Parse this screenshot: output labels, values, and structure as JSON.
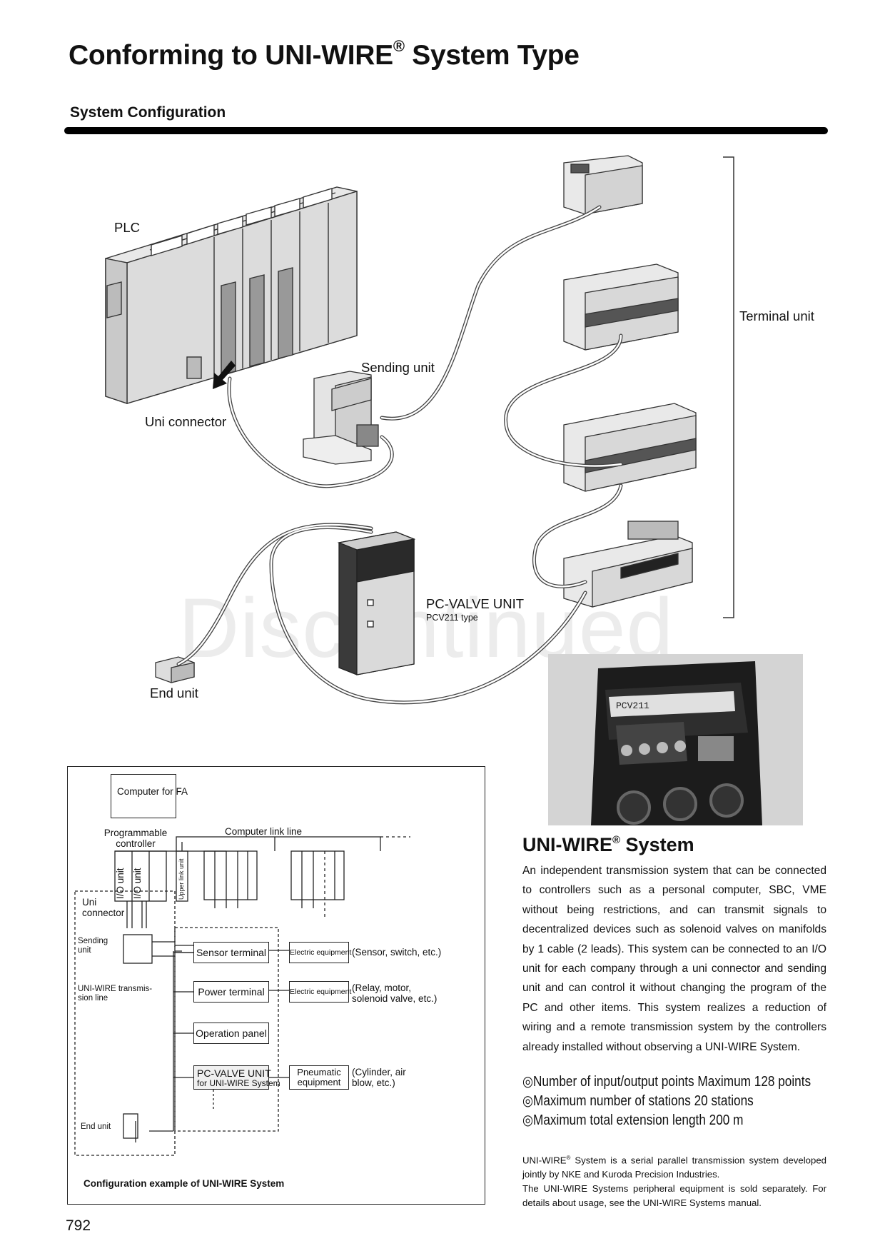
{
  "header": {
    "title": "Conforming to UNI-WIRE",
    "title_reg": "®",
    "title_suffix": " System Type",
    "section": "System Configuration"
  },
  "illustration": {
    "plc": "PLC",
    "uni_connector": "Uni connector",
    "sending_unit": "Sending unit",
    "terminal_unit": "Terminal unit",
    "pc_valve_unit": "PC-VALVE UNIT",
    "pc_valve_type": "PCV211 type",
    "end_unit": "End unit",
    "watermark": "Discontinued",
    "photo_label": "PCV211"
  },
  "config_diagram": {
    "computer_for_fa": "Computer for FA",
    "programmable_controller": "Programmable controller",
    "computer_link_line": "Computer link line",
    "io_unit_1": "I/O unit",
    "io_unit_2": "I/O unit",
    "upper_link_unit": "Upper link unit",
    "uni_connector": "Uni connector",
    "sending_unit": "Sending unit",
    "uniwire_line": "UNI-WIRE transmis- sion line",
    "sensor_terminal": "Sensor terminal",
    "power_terminal": "Power terminal",
    "operation_panel": "Operation panel",
    "pc_valve_unit": "PC-VALVE UNIT",
    "pc_valve_sub": "for UNI-WIRE System",
    "electric_equipment_1": "Electric equipment",
    "electric_equipment_2": "Electric equipment",
    "pneumatic_equipment": "Pneumatic equipment",
    "sensor_note": "(Sensor, switch, etc.)",
    "relay_note": "(Relay, motor, solenoid valve, etc.)",
    "cylinder_note": "(Cylinder, air blow, etc.)",
    "end_unit": "End unit",
    "caption": "Configuration example of UNI-WIRE System"
  },
  "system_info": {
    "heading": "UNI-WIRE",
    "heading_reg": "®",
    "heading_suffix": " System",
    "description": "An independent transmission system that can be connected to controllers such as a personal computer, SBC, VME without being restrictions, and can transmit signals to decentralized devices such as solenoid valves on manifolds by 1 cable (2 leads). This system can be connected to an I/O unit for each company through a uni connector and sending unit and can control it without changing the program of the PC and other items. This system realizes a reduction of wiring and a remote transmission system by the controllers already installed without observing a UNI-WIRE System.",
    "specs": [
      "◎Number of input/output points    Maximum 128 points",
      "◎Maximum number of stations    20 stations",
      "◎Maximum total extension length    200 m"
    ],
    "footnote_1_a": "UNI-WIRE",
    "footnote_1_reg": "®",
    "footnote_1_b": " System is a serial parallel transmission system developed jointly by NKE and Kuroda Precision Industries.",
    "footnote_2": "The UNI-WIRE Systems peripheral equipment is sold separately. For details about usage, see the UNI-WIRE Systems manual."
  },
  "page_number": "792"
}
